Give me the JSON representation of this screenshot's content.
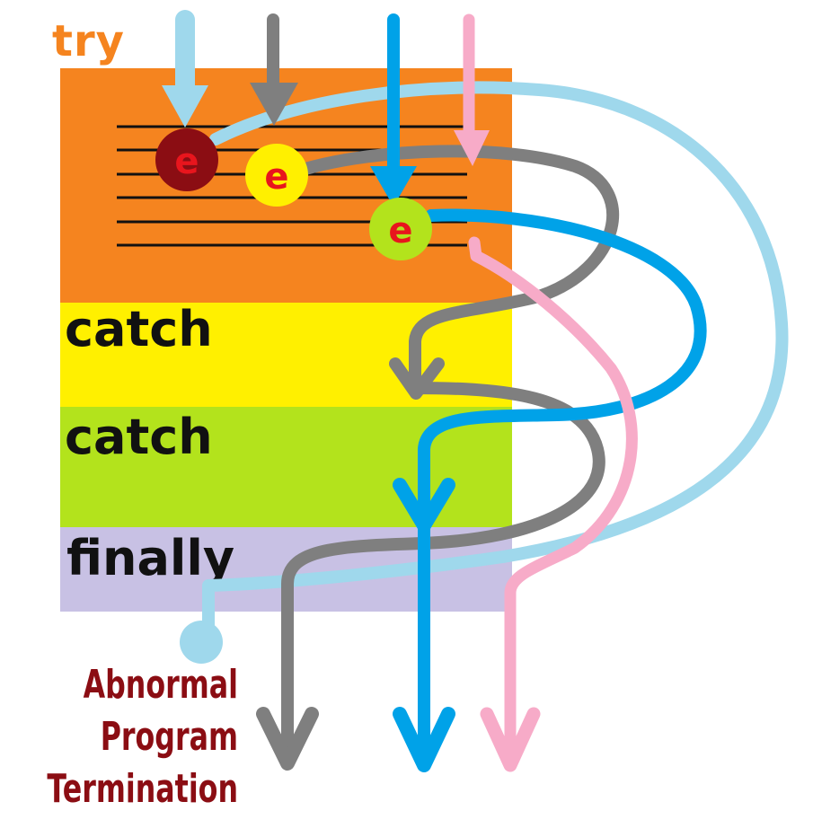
{
  "labels": {
    "try": "try",
    "catch_1": "catch",
    "catch_2": "catch",
    "finally": "finally",
    "abnormal_line1": "Abnormal",
    "abnormal_line2": "Program",
    "abnormal_line3": "Termination",
    "exception": "e"
  },
  "colors": {
    "try": "#f5841f",
    "catch_1": "#fff000",
    "catch_2": "#b3e31c",
    "finally": "#c8c1e4",
    "flow_light_blue": "#9fd8ec",
    "flow_gray": "#7f7f7f",
    "flow_blue": "#00a2e8",
    "flow_pink": "#f7abc8",
    "exception_dark_red": "#8b0d13",
    "exception_yellow": "#fff000",
    "exception_green": "#b3e31c",
    "exception_text": "#e8151d",
    "abnormal_text": "#8b0d13"
  }
}
